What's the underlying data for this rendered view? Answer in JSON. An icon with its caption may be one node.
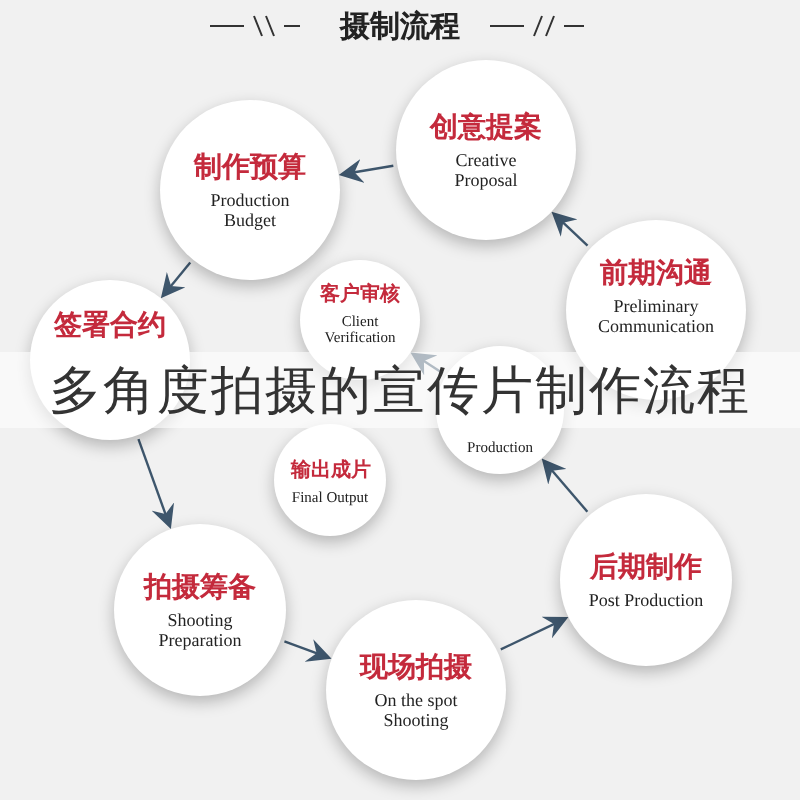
{
  "diagram": {
    "title": "摄制流程",
    "caption": "多角度拍摄的宣传片制作流程",
    "nodes": [
      {
        "text": [
          "创意提案",
          "Creative Proposal"
        ]
      },
      {
        "text": [
          "制作预算",
          "Production Budget"
        ]
      },
      {
        "text": [
          "前期沟通",
          "Preliminary Communication"
        ]
      },
      {
        "text": [
          "签署合约"
        ]
      },
      {
        "text": [
          "客户审核",
          "Client Verification"
        ]
      },
      {
        "text": [
          "Production"
        ]
      },
      {
        "text": [
          "输出成片",
          "Final Output"
        ]
      },
      {
        "text": [
          "拍摄筹备",
          "Shooting Preparation"
        ]
      },
      {
        "text": [
          "现场拍摄",
          "On the spot Shooting"
        ]
      },
      {
        "text": [
          "后期制作",
          "Post Production"
        ]
      }
    ],
    "edges": [
      {
        "from": 2,
        "to": 0,
        "arrow": "to"
      },
      {
        "from": 0,
        "to": 1,
        "arrow": "to"
      },
      {
        "from": 1,
        "to": 3,
        "arrow": "to"
      },
      {
        "from": 3,
        "to": 7,
        "arrow": "to"
      },
      {
        "from": 7,
        "to": 8,
        "arrow": "to"
      },
      {
        "from": 8,
        "to": 9,
        "arrow": "to"
      },
      {
        "from": 9,
        "to": 5,
        "arrow": "to"
      },
      {
        "from": 5,
        "to": 4,
        "arrow": "to"
      }
    ]
  }
}
